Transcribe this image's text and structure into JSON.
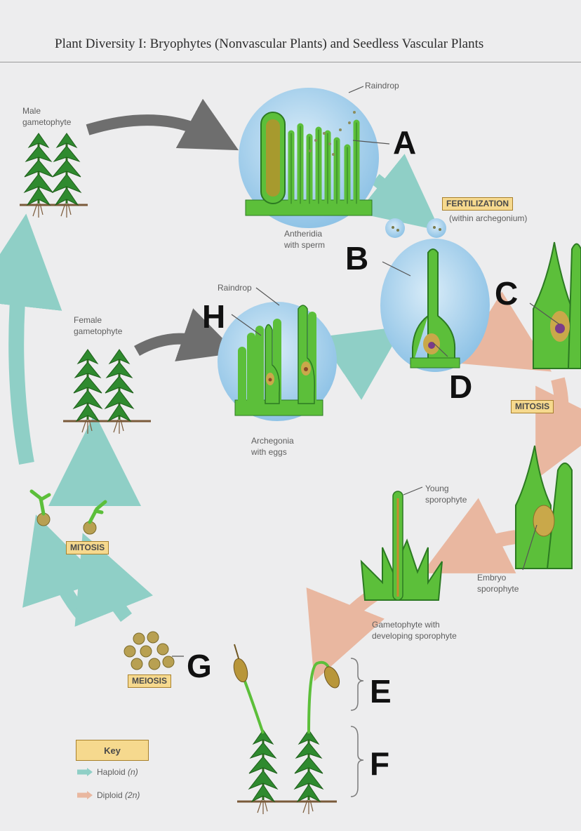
{
  "title": "Plant Diversity I: Bryophytes (Nonvascular Plants) and Seedless Vascular Plants",
  "labels": {
    "male_gametophyte_1": "Male",
    "male_gametophyte_2": "gametophyte",
    "raindrop_top": "Raindrop",
    "antheridia_1": "Antheridia",
    "antheridia_2": "with sperm",
    "fertilization_box": "FERTILIZATION",
    "fertilization_sub": "(within archegonium)",
    "raindrop_mid": "Raindrop",
    "female_gametophyte_1": "Female",
    "female_gametophyte_2": "gametophyte",
    "archegonia_1": "Archegonia",
    "archegonia_2": "with eggs",
    "mitosis_right": "MITOSIS",
    "young_sporophyte_1": "Young",
    "young_sporophyte_2": "sporophyte",
    "embryo_1": "Embryo",
    "embryo_2": "sporophyte",
    "gametophyte_dev_1": "Gametophyte with",
    "gametophyte_dev_2": "developing sporophyte",
    "mitosis_left": "MITOSIS",
    "meiosis": "MEIOSIS"
  },
  "letters": {
    "A": "A",
    "B": "B",
    "C": "C",
    "D": "D",
    "E": "E",
    "F": "F",
    "G": "G",
    "H": "H"
  },
  "key": {
    "title": "Key",
    "haploid_label": "Haploid",
    "haploid_symbol": "(n)",
    "diploid_label": "Diploid",
    "diploid_symbol": "(2n)"
  },
  "colors": {
    "haploid_arrow": "#8fcfc6",
    "diploid_arrow": "#e9b7a0",
    "gray_arrow": "#6e6e6e",
    "plant_green": "#2f8a2f",
    "cell_green": "#5cbf3a",
    "raindrop_blue": "#8fc3e6",
    "label_box": "#f6d98e"
  }
}
